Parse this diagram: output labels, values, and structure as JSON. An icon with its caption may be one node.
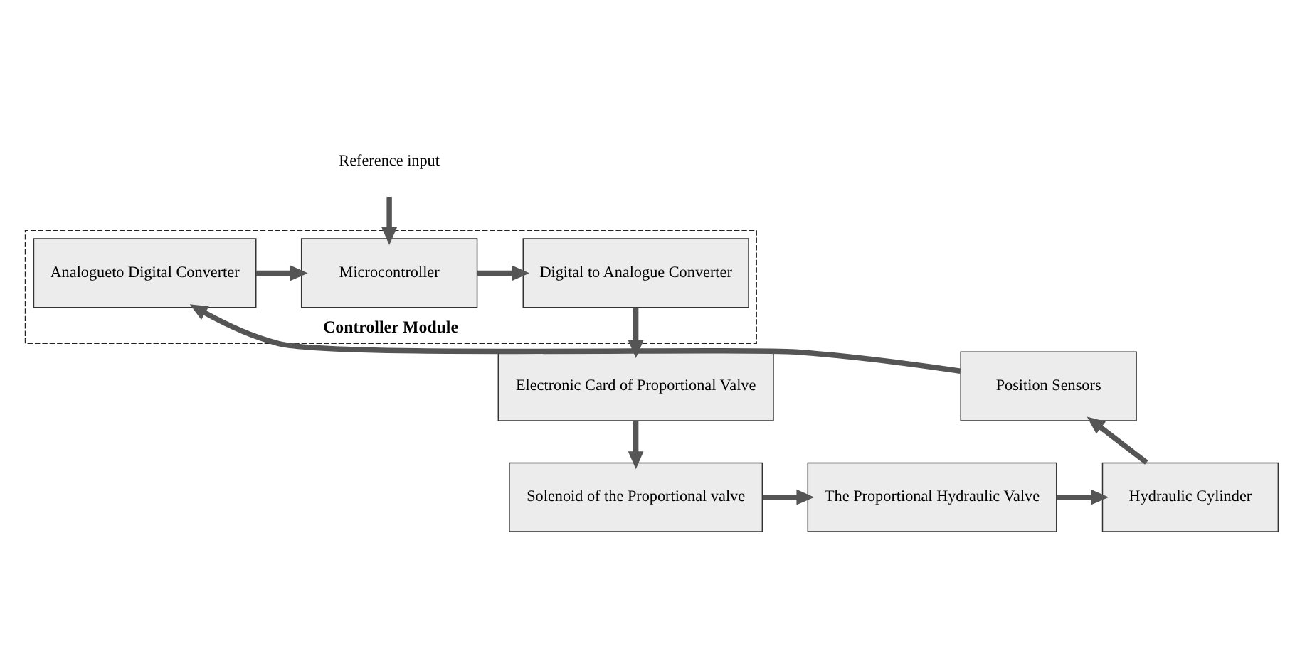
{
  "diagram": {
    "nodes": [
      {
        "text": [
          "Reference input"
        ]
      },
      {
        "text": [
          "Controller Module"
        ]
      },
      {
        "text": [
          "Analogueto Digital Converter"
        ],
        "in": 1
      },
      {
        "text": [
          "Microcontroller"
        ],
        "in": 1
      },
      {
        "text": [
          "Digital to Analogue Converter"
        ],
        "in": 1
      },
      {
        "text": [
          "Electronic Card of Proportional Valve"
        ]
      },
      {
        "text": [
          "Solenoid of the Proportional valve"
        ]
      },
      {
        "text": [
          "The Proportional Hydraulic Valve"
        ]
      },
      {
        "text": [
          "Hydraulic Cylinder"
        ]
      },
      {
        "text": [
          "Position Sensors"
        ]
      }
    ],
    "edges": [
      {
        "from": 0,
        "to": 3,
        "arrow": "to"
      },
      {
        "from": 2,
        "to": 3,
        "arrow": "to"
      },
      {
        "from": 3,
        "to": 4,
        "arrow": "to"
      },
      {
        "from": 4,
        "to": 5,
        "arrow": "to"
      },
      {
        "from": 5,
        "to": 6,
        "arrow": "to"
      },
      {
        "from": 6,
        "to": 7,
        "arrow": "to"
      },
      {
        "from": 7,
        "to": 8,
        "arrow": "to"
      },
      {
        "from": 8,
        "to": 9,
        "arrow": "to"
      },
      {
        "from": 9,
        "to": 2,
        "arrow": "to"
      }
    ]
  }
}
